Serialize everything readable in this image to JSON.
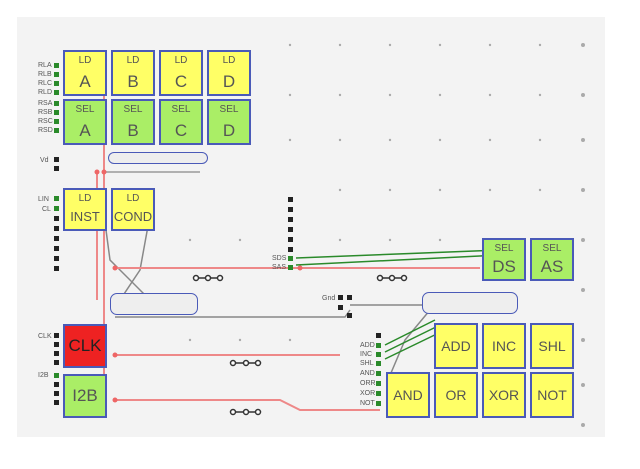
{
  "memory_row_ld": {
    "labels": [
      "RLA",
      "RLB",
      "RLC",
      "RLD"
    ],
    "keys": [
      {
        "small": "LD",
        "big": "A"
      },
      {
        "small": "LD",
        "big": "B"
      },
      {
        "small": "LD",
        "big": "C"
      },
      {
        "small": "LD",
        "big": "D"
      }
    ]
  },
  "memory_row_sel": {
    "labels": [
      "RSA",
      "RSB",
      "RSC",
      "RSD"
    ],
    "keys": [
      {
        "small": "SEL",
        "big": "A"
      },
      {
        "small": "SEL",
        "big": "B"
      },
      {
        "small": "SEL",
        "big": "C"
      },
      {
        "small": "SEL",
        "big": "D"
      }
    ]
  },
  "vd_label": "Vd",
  "inst": {
    "labels": [
      "LIN",
      "CL"
    ],
    "keys": [
      {
        "small": "LD",
        "big": "INST"
      },
      {
        "small": "LD",
        "big": "COND"
      }
    ]
  },
  "sds_labels": [
    "SDS",
    "SAS"
  ],
  "sel_right": [
    {
      "small": "SEL",
      "big": "DS"
    },
    {
      "small": "SEL",
      "big": "AS"
    }
  ],
  "gnd_label": "Gnd",
  "clk": {
    "label": "CLK",
    "big": "CLK"
  },
  "i2b": {
    "label": "I2B",
    "big": "I2B"
  },
  "alu_labels": [
    "ADD",
    "INC",
    "SHL",
    "AND",
    "ORR",
    "XOR",
    "NOT"
  ],
  "alu_top": [
    "ADD",
    "INC",
    "SHL"
  ],
  "alu_bottom": [
    "AND",
    "OR",
    "XOR",
    "NOT"
  ],
  "colors": {
    "yellow": "#ffff66",
    "green": "#aaee66",
    "red": "#ee2222",
    "wire_red": "#ee8888",
    "wire_gray": "#888888",
    "wire_green": "#2a8a2a",
    "outline": "#4a5ab8"
  }
}
